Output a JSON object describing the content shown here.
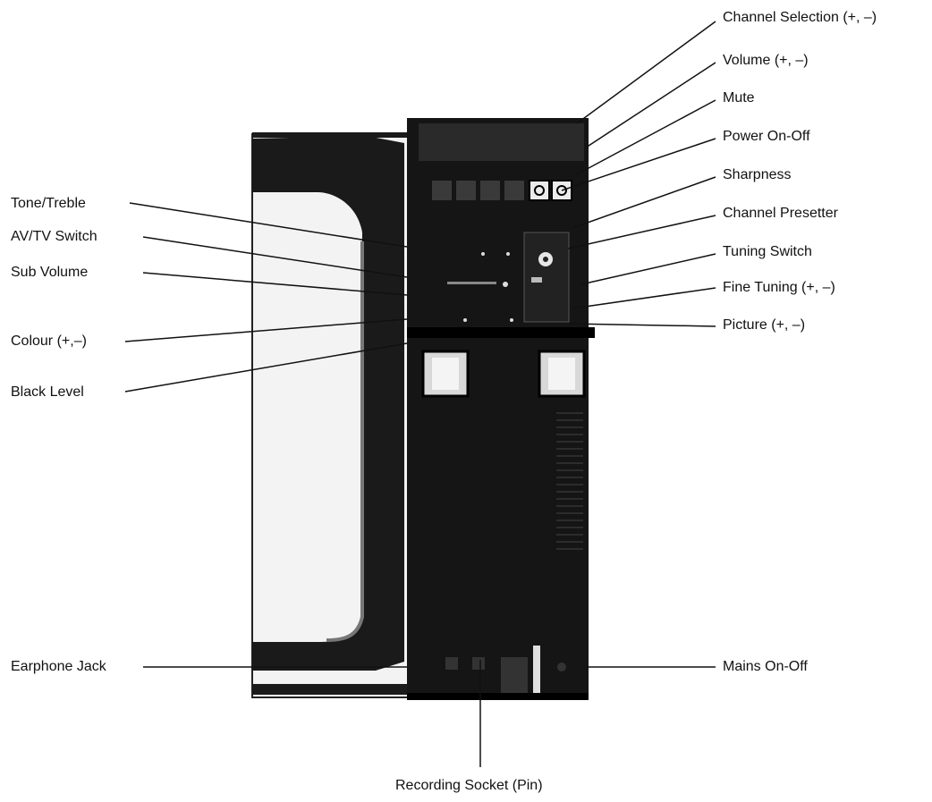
{
  "labels": {
    "channel_selection": "Channel Selection (+, –)",
    "volume": "Volume (+, –)",
    "mute": "Mute",
    "power_on_off": "Power On-Off",
    "sharpness": "Sharpness",
    "channel_presetter": "Channel Presetter",
    "tuning_switch": "Tuning Switch",
    "fine_tuning": "Fine Tuning (+, –)",
    "picture": "Picture (+, –)",
    "tone_treble": "Tone/Treble",
    "av_tv_switch": "AV/TV Switch",
    "sub_volume": "Sub Volume",
    "colour": "Colour (+,–)",
    "black_level": "Black Level",
    "earphone_jack": "Earphone Jack",
    "mains_on_off": "Mains On-Off",
    "recording_socket": "Recording Socket (Pin)"
  }
}
